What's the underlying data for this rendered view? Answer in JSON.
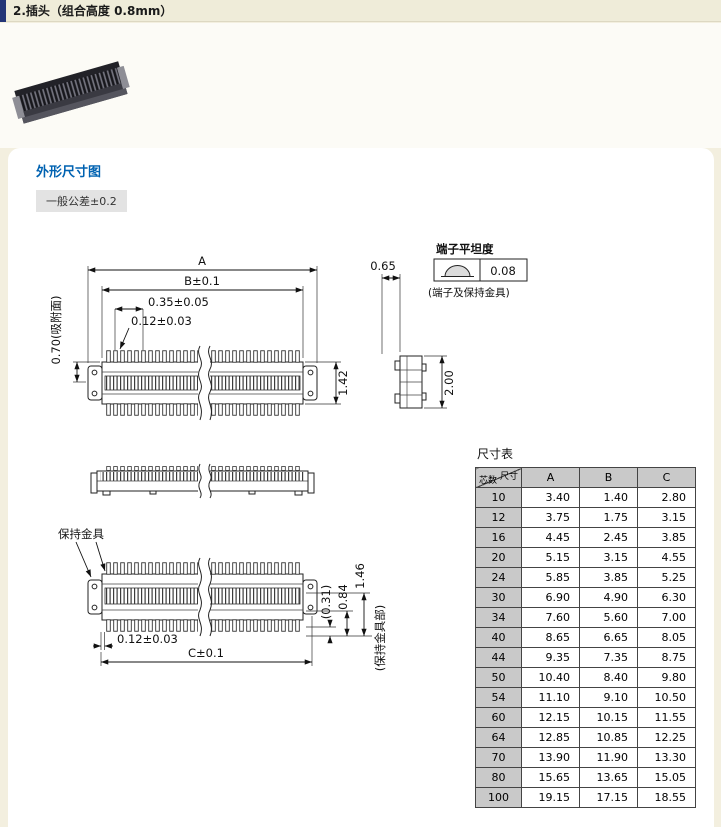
{
  "colors": {
    "page_bg": "#f3efdf",
    "accent_navy": "#233577",
    "section_title_blue": "#0062b1",
    "table_header_bg": "#c9c9c9"
  },
  "header": {
    "title": "2.插头（组合高度 0.8mm）"
  },
  "section": {
    "title": "外形尺寸图",
    "tolerance": "一般公差±0.2"
  },
  "drawing": {
    "dim_A": "A",
    "dim_B": "B±0.1",
    "dim_pitch": "0.35±0.05",
    "dim_tooth_top": "0.12±0.03",
    "dim_suction": "0.70(吸附面)",
    "dim_height": "1.42",
    "dim_065": "0.65",
    "flatness_title": "端子平坦度",
    "flatness_value": "0.08",
    "flatness_note": "(端子及保持金具)",
    "dim_200": "2.00",
    "retainer_label": "保持金具",
    "dim_tooth_bottom": "0.12±0.03",
    "dim_C": "C±0.1",
    "dim_031": "(0.31)",
    "dim_084": "0.84",
    "dim_146": "1.46",
    "retainer_part": "(保持金具部)"
  },
  "table": {
    "title": "尺寸表",
    "corner_top": "尺寸",
    "corner_bottom": "芯数",
    "columns": [
      "A",
      "B",
      "C"
    ],
    "rows": [
      [
        "10",
        "3.40",
        "1.40",
        "2.80"
      ],
      [
        "12",
        "3.75",
        "1.75",
        "3.15"
      ],
      [
        "16",
        "4.45",
        "2.45",
        "3.85"
      ],
      [
        "20",
        "5.15",
        "3.15",
        "4.55"
      ],
      [
        "24",
        "5.85",
        "3.85",
        "5.25"
      ],
      [
        "30",
        "6.90",
        "4.90",
        "6.30"
      ],
      [
        "34",
        "7.60",
        "5.60",
        "7.00"
      ],
      [
        "40",
        "8.65",
        "6.65",
        "8.05"
      ],
      [
        "44",
        "9.35",
        "7.35",
        "8.75"
      ],
      [
        "50",
        "10.40",
        "8.40",
        "9.80"
      ],
      [
        "54",
        "11.10",
        "9.10",
        "10.50"
      ],
      [
        "60",
        "12.15",
        "10.15",
        "11.55"
      ],
      [
        "64",
        "12.85",
        "10.85",
        "12.25"
      ],
      [
        "70",
        "13.90",
        "11.90",
        "13.30"
      ],
      [
        "80",
        "15.65",
        "13.65",
        "15.05"
      ],
      [
        "100",
        "19.15",
        "17.15",
        "18.55"
      ]
    ]
  }
}
